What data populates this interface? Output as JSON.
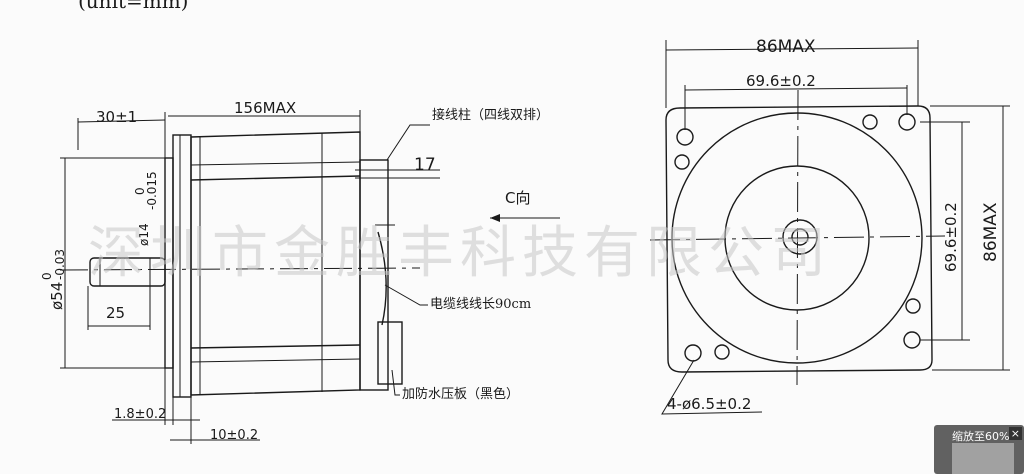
{
  "unit_label": "(unit=mm)",
  "side_view": {
    "flange_length": "30±1",
    "body_length": "156MAX",
    "terminal_label": "接线柱（四线双排）",
    "terminal_dim": "17",
    "view_direction": "C向",
    "pilot_diameter": "ø54",
    "pilot_tol_upper": "0",
    "pilot_tol_lower": "-0.03",
    "shaft_diameter": "ø14",
    "shaft_tol_upper": "0",
    "shaft_tol_lower": "-0.015",
    "shaft_length": "25",
    "cable_label": "电缆线线长90cm",
    "plate_label": "加防水压板（黑色）",
    "pilot_depth": "1.8±0.2",
    "flange_thickness": "10±0.2"
  },
  "front_view": {
    "width_max": "86MAX",
    "hole_spacing_h": "69.6±0.2",
    "hole_spacing_v": "69.6±0.2",
    "height_max": "86MAX",
    "holes": "4-ø6.5±0.2"
  },
  "watermark": "深圳市金胜丰科技有限公司",
  "zoom_popup": {
    "label": "缩放至60%",
    "close": "×"
  }
}
